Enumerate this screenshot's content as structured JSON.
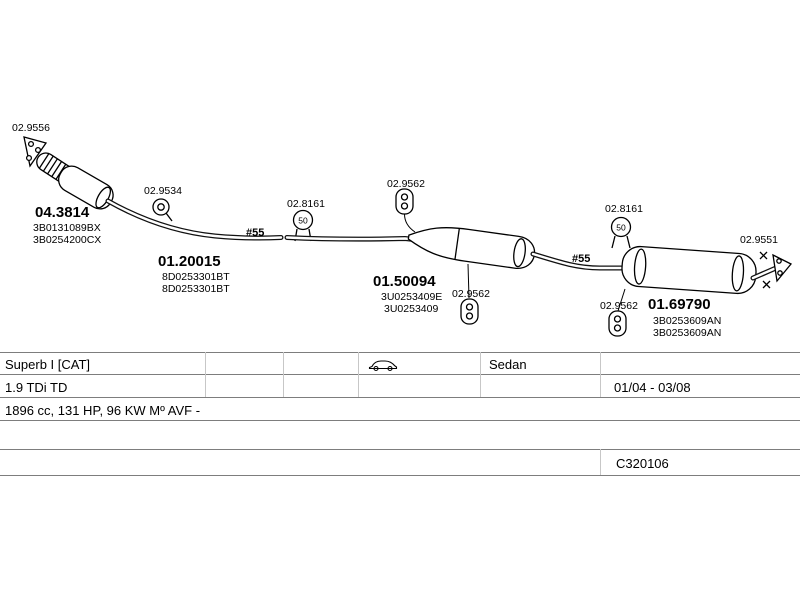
{
  "diagram": {
    "parts": {
      "front_flange": {
        "label": "02.9556"
      },
      "catalytic_converter": {
        "part": "04.3814",
        "oem1": "3B0131089BX",
        "oem2": "3B0254200CX"
      },
      "hanger": {
        "label": "02.9534"
      },
      "front_pipe": {
        "part": "01.20015",
        "oem1": "8D0253301BT",
        "oem2": "8D0253301BT",
        "diameter": "#55"
      },
      "clamp_front": {
        "label": "02.8161",
        "size": "50"
      },
      "mount_top": {
        "label": "02.9562"
      },
      "centre_muffler": {
        "part": "01.50094",
        "oem1": "3U0253409E",
        "oem2": "3U0253409"
      },
      "mount_centre": {
        "label": "02.9562"
      },
      "connecting_pipe": {
        "diameter": "#55"
      },
      "clamp_rear": {
        "label": "02.8161",
        "size": "50"
      },
      "mount_rear": {
        "label": "02.9562"
      },
      "rear_muffler": {
        "part": "01.69790",
        "oem1": "3B0253609AN",
        "oem2": "3B0253609AN"
      },
      "rear_flange": {
        "label": "02.9551"
      }
    }
  },
  "table": {
    "model": "Superb I [CAT]",
    "body_type": "Sedan",
    "engine": "1.9 TDi TD",
    "period": "01/04 - 03/08",
    "engine_spec": "1896 cc, 131 HP, 96 KW Mº AVF -",
    "article": "C320106"
  }
}
